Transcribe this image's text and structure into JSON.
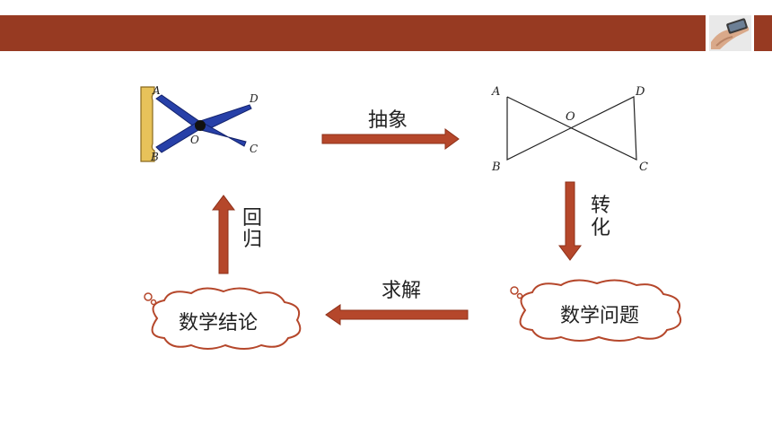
{
  "header": {
    "bar_color": "#973a22",
    "photo_icon": "hand-holding-phone-icon"
  },
  "figure": {
    "points": {
      "A": "A",
      "B": "B",
      "C": "C",
      "D": "D",
      "O": "O"
    }
  },
  "geometry": {
    "points": {
      "A": "A",
      "B": "B",
      "C": "C",
      "D": "D",
      "O": "O"
    }
  },
  "steps": {
    "abstract": "抽象",
    "transform_1": "转",
    "transform_2": "化",
    "solve": "求解",
    "return_1": "回",
    "return_2": "归"
  },
  "clouds": {
    "problem": "数学问题",
    "conclusion": "数学结论"
  },
  "colors": {
    "arrow": "#b5472b",
    "arrow_stroke": "#8e3019",
    "fixture": "#e7c25a",
    "tool": "#2740a8"
  }
}
